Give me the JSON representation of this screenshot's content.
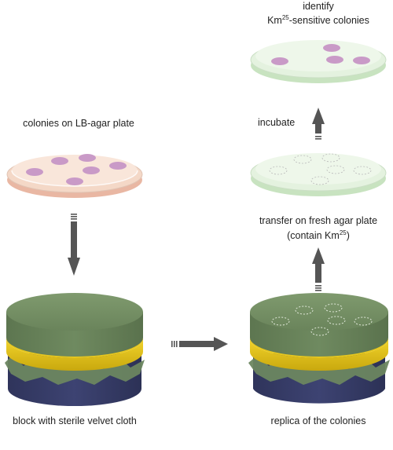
{
  "labels": {
    "lb_plate": "colonies on LB-agar plate",
    "block_velvet": "block with sterile velvet cloth",
    "replica": "replica of the colonies",
    "transfer_line1": "transfer on fresh agar plate",
    "transfer_line2_pre": "(contain Km",
    "transfer_line2_sup": "25",
    "transfer_line2_post": ")",
    "incubate": "incubate",
    "identify_line1": "identify",
    "identify_line2_pre": "Km",
    "identify_line2_sup": "25",
    "identify_line2_post": "-sensitive colonies"
  },
  "colors": {
    "lb_agar": "#f8dccb",
    "fresh_agar": "#dcefd6",
    "colony": "#c89ac6",
    "block_top": "#6f8a5f",
    "velvet_band": "#e5c51b",
    "block_base": "#363b65",
    "arrow": "#555555"
  },
  "icons": [
    "arrow-down-icon",
    "arrow-right-icon",
    "arrow-up-icon"
  ]
}
